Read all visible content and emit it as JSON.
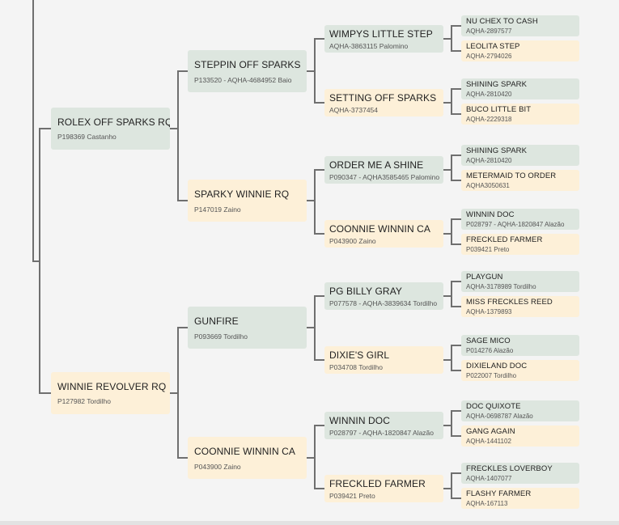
{
  "pedigree": {
    "sire": {
      "name": "ROLEX OFF SPARKS RQ",
      "reg": "P198369 Castanho",
      "sire": {
        "name": "STEPPIN OFF SPARKS",
        "reg": "P133520 - AQHA-4684952 Baio",
        "sire": {
          "name": "WIMPYS LITTLE STEP",
          "reg": "AQHA-3863115 Palomino",
          "sire": {
            "name": "NU CHEX TO CASH",
            "reg": "AQHA-2897577"
          },
          "dam": {
            "name": "LEOLITA STEP",
            "reg": "AQHA-2794026"
          }
        },
        "dam": {
          "name": "SETTING OFF SPARKS",
          "reg": "AQHA-3737454",
          "sire": {
            "name": "SHINING SPARK",
            "reg": "AQHA-2810420"
          },
          "dam": {
            "name": "BUCO LITTLE BIT",
            "reg": "AQHA-2229318"
          }
        }
      },
      "dam": {
        "name": "SPARKY WINNIE RQ",
        "reg": "P147019 Zaino",
        "sire": {
          "name": "ORDER ME A SHINE",
          "reg": "P090347 - AQHA3585465 Palomino",
          "sire": {
            "name": "SHINING SPARK",
            "reg": "AQHA-2810420"
          },
          "dam": {
            "name": "METERMAID TO ORDER",
            "reg": "AQHA3050631"
          }
        },
        "dam": {
          "name": "COONNIE WINNIN CA",
          "reg": "P043900 Zaino",
          "sire": {
            "name": "WINNIN DOC",
            "reg": "P028797 - AQHA-1820847 Alazão"
          },
          "dam": {
            "name": "FRECKLED FARMER",
            "reg": "P039421 Preto"
          }
        }
      }
    },
    "dam": {
      "name": "WINNIE REVOLVER RQ",
      "reg": "P127982 Tordilho",
      "sire": {
        "name": "GUNFIRE",
        "reg": "P093669 Tordilho",
        "sire": {
          "name": "PG BILLY GRAY",
          "reg": "P077578 - AQHA-3839634 Tordilho",
          "sire": {
            "name": "PLAYGUN",
            "reg": "AQHA-3178989 Tordilho"
          },
          "dam": {
            "name": "MISS FRECKLES REED",
            "reg": "AQHA-1379893"
          }
        },
        "dam": {
          "name": "DIXIE'S GIRL",
          "reg": "P034708 Tordilho",
          "sire": {
            "name": "SAGE MICO",
            "reg": "P014276 Alazão"
          },
          "dam": {
            "name": "DIXIELAND DOC",
            "reg": "P022007 Tordilho"
          }
        }
      },
      "dam": {
        "name": "COONNIE WINNIN CA",
        "reg": "P043900 Zaino",
        "sire": {
          "name": "WINNIN DOC",
          "reg": "P028797 - AQHA-1820847 Alazão",
          "sire": {
            "name": "DOC QUIXOTE",
            "reg": "AQHA-0698787 Alazão"
          },
          "dam": {
            "name": "GANG AGAIN",
            "reg": "AQHA-1441102"
          }
        },
        "dam": {
          "name": "FRECKLED FARMER",
          "reg": "P039421 Preto",
          "sire": {
            "name": "FRECKLES LOVERBOY",
            "reg": "AQHA-1407077"
          },
          "dam": {
            "name": "FLASHY FARMER",
            "reg": "AQHA-167113"
          }
        }
      }
    }
  },
  "colors": {
    "sire_bg": "#dde6df",
    "dam_bg": "#fdf0d8",
    "line": "#6f6f6f",
    "background": "#f4f4f4"
  }
}
